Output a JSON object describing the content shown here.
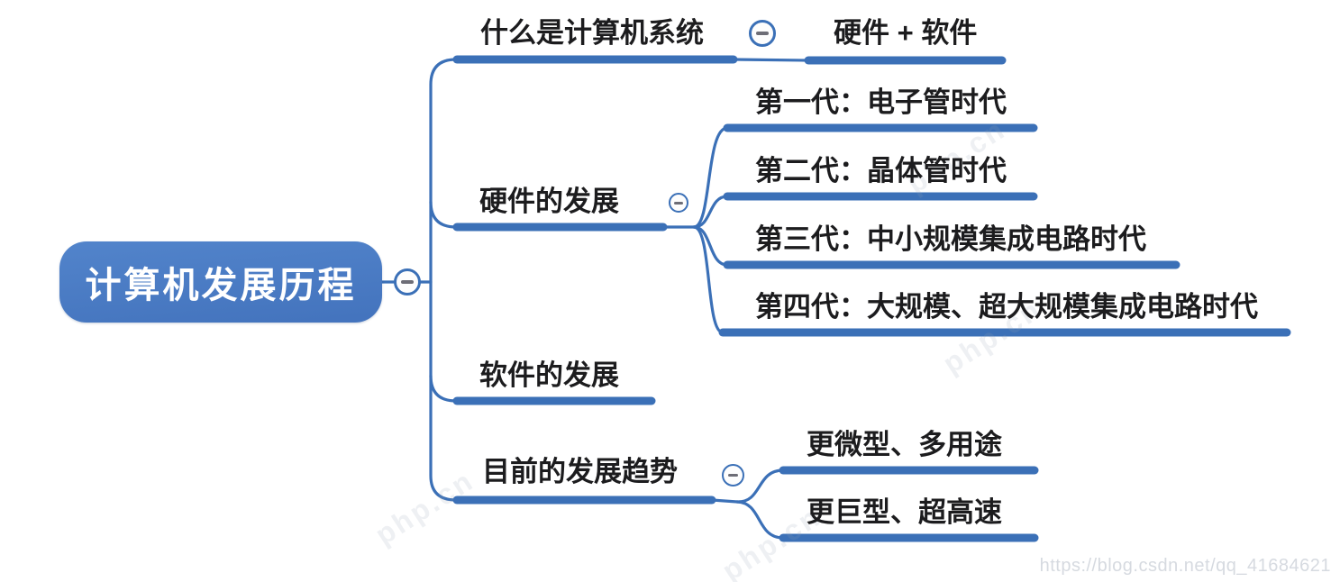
{
  "root": {
    "label": "计算机发展历程"
  },
  "branches": [
    {
      "id": "system",
      "label": "什么是计算机系统",
      "collapsed_icon": "minus",
      "children": [
        {
          "label": "硬件 + 软件"
        }
      ]
    },
    {
      "id": "hardware",
      "label": "硬件的发展",
      "collapsed_icon": "minus",
      "children": [
        {
          "label": "第一代：电子管时代"
        },
        {
          "label": "第二代：晶体管时代"
        },
        {
          "label": "第三代：中小规模集成电路时代"
        },
        {
          "label": "第四代：大规模、超大规模集成电路时代"
        }
      ]
    },
    {
      "id": "software",
      "label": "软件的发展",
      "children": []
    },
    {
      "id": "trend",
      "label": "目前的发展趋势",
      "collapsed_icon": "minus",
      "children": [
        {
          "label": "更微型、多用途"
        },
        {
          "label": "更巨型、超高速"
        }
      ]
    }
  ],
  "watermark": {
    "tile_text": "php.cn",
    "footer_url": "https://blog.csdn.net/qq_41684621"
  },
  "colors": {
    "line": "#3b70b7",
    "node_top": "#5284cb",
    "node_bottom": "#4373bd",
    "text": "#1c1c1e",
    "minus": "#6d6d76"
  }
}
